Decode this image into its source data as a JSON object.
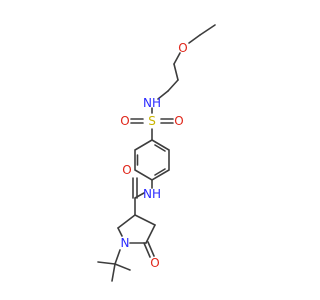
{
  "colors": {
    "bond": "#3d3d3d",
    "carbon": "#3d3d3d",
    "oxygen": "#e0261a",
    "nitrogen": "#2a2aff",
    "sulfur": "#c9b400",
    "hydrogen": "#3d3d3d",
    "background": "#ffffff"
  },
  "atom_labels": {
    "ether_oxygen": "O",
    "sulfonamide_nh": "NH",
    "sulfur": "S",
    "sulfonyl_oxygen_left": "O",
    "sulfonyl_oxygen_right": "O",
    "amide_oxygen": "O",
    "amide_nh": "NH",
    "ring_nitrogen": "N",
    "lactam_oxygen": "O"
  }
}
